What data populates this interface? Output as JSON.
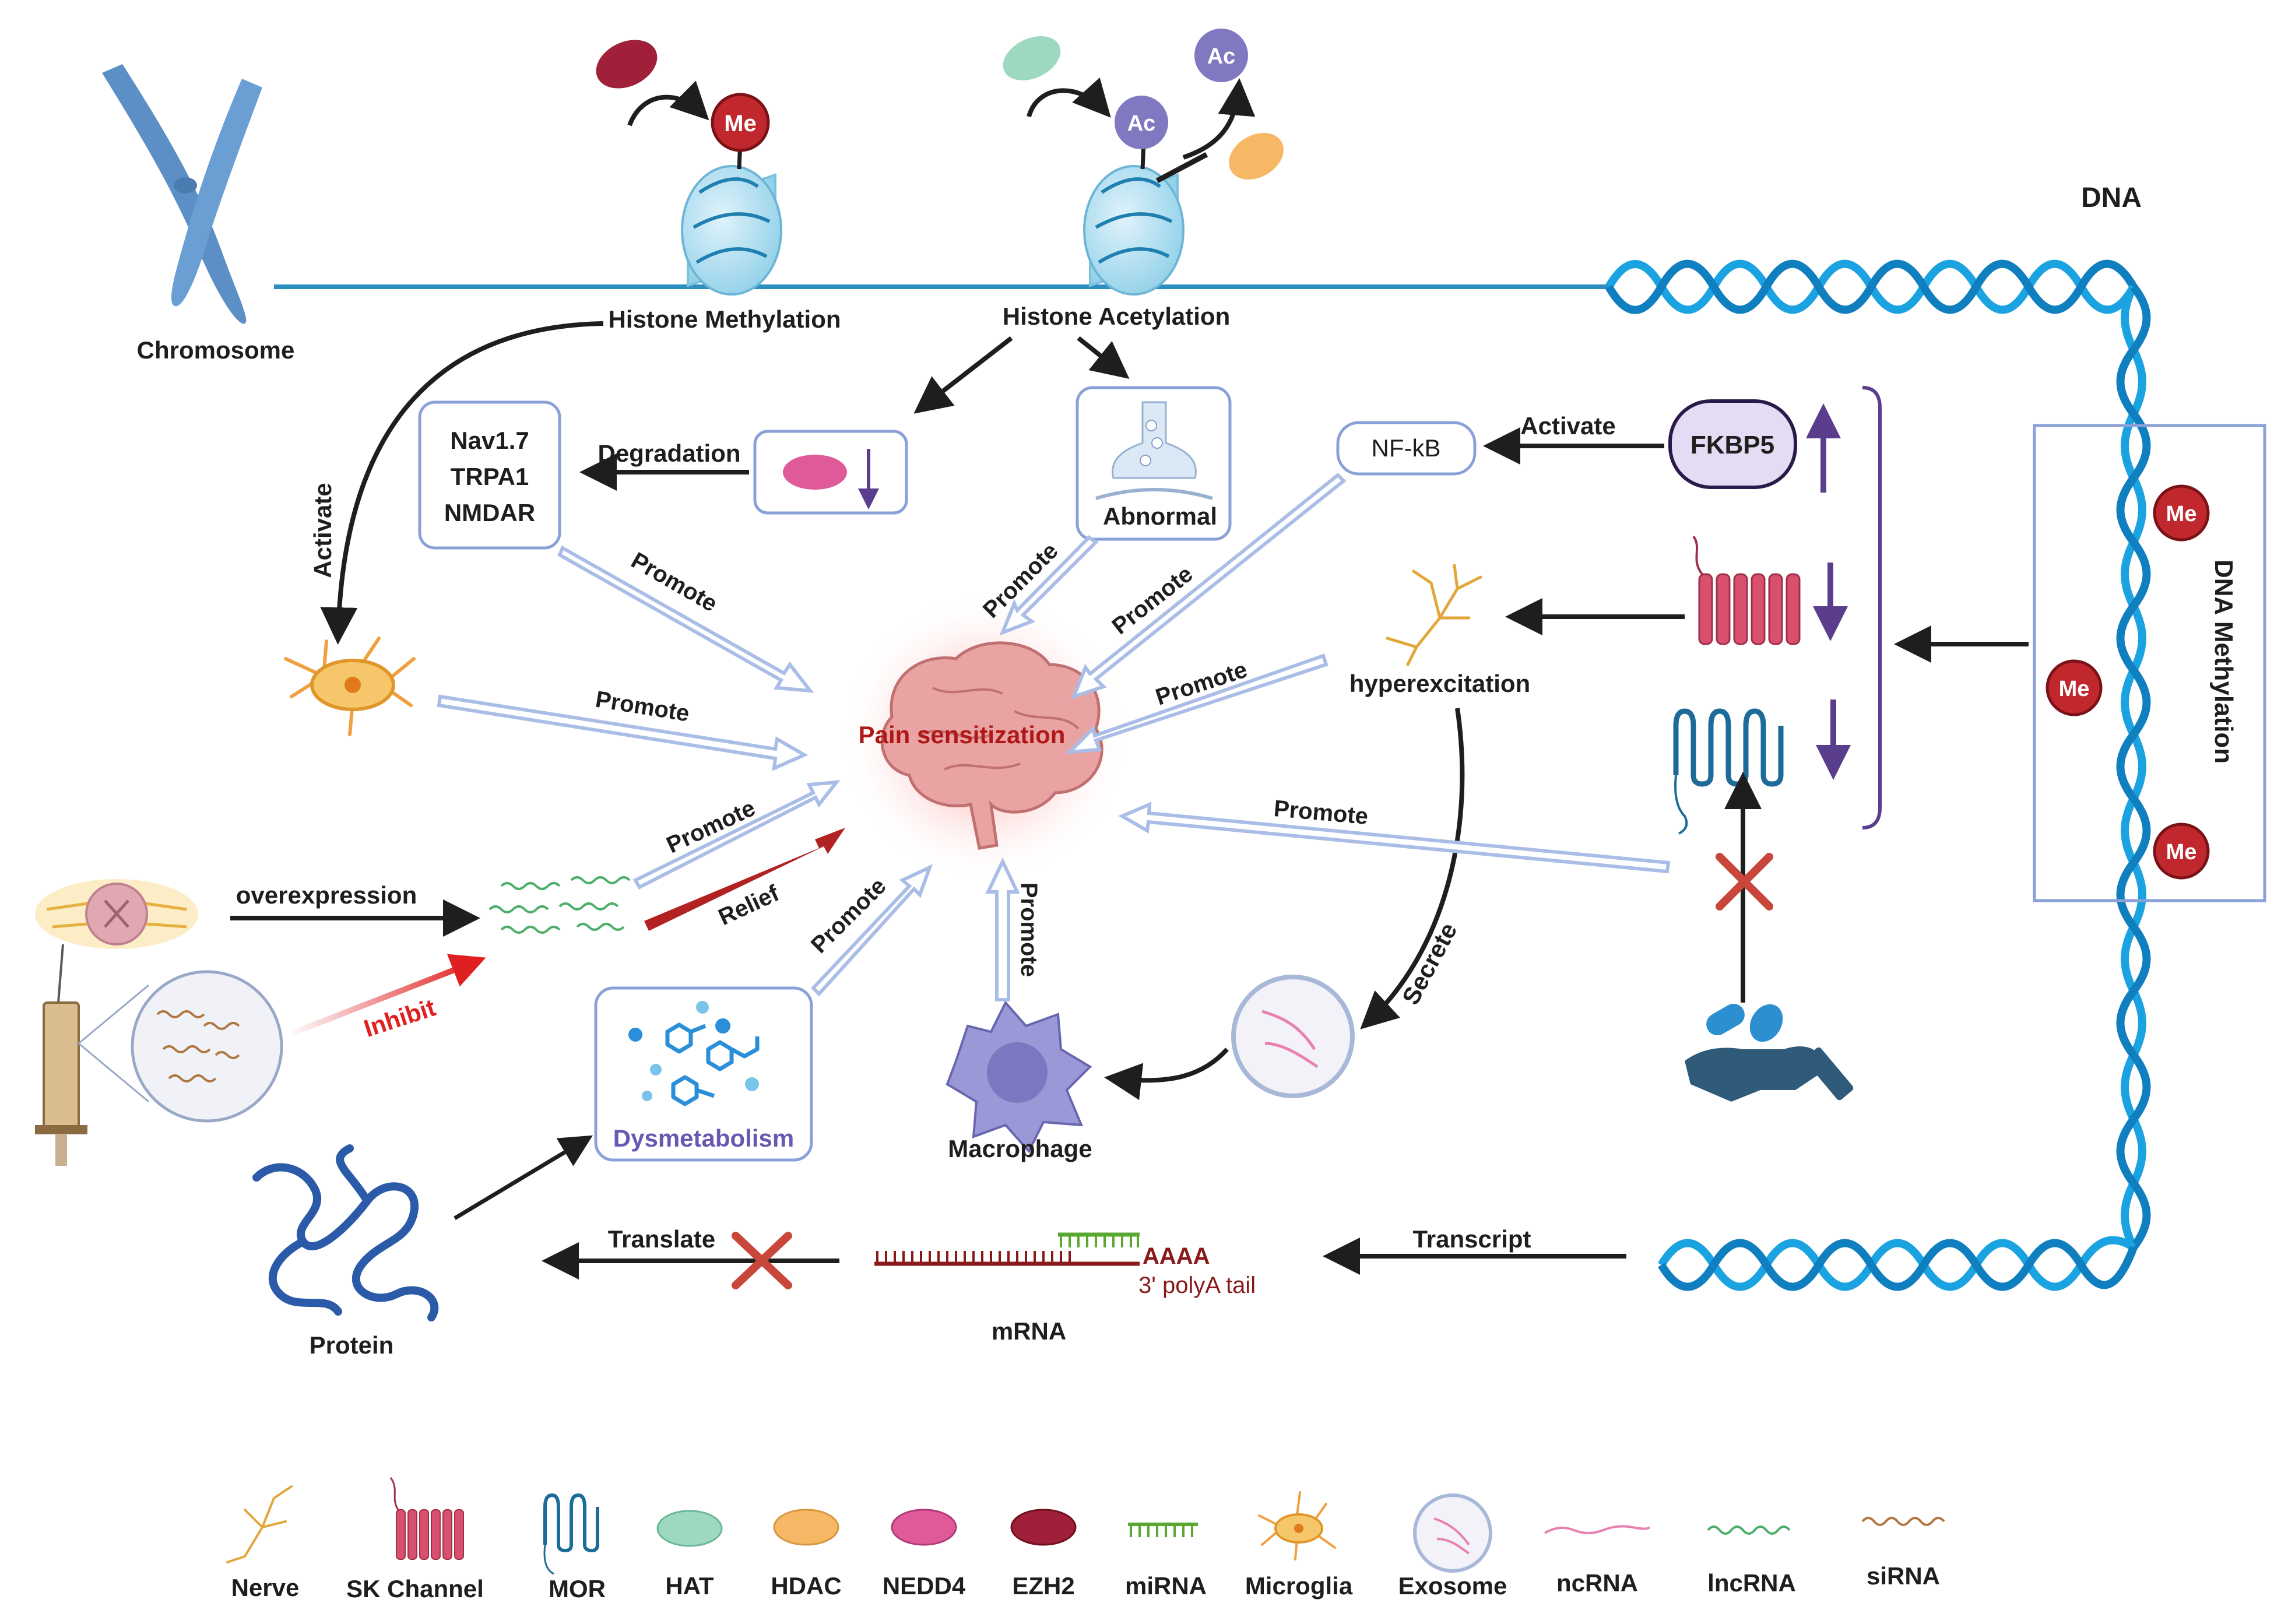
{
  "labels": {
    "dna": "DNA",
    "chromosome": "Chromosome",
    "histone_methylation": "Histone Methylation",
    "histone_acetylation": "Histone Acetylation",
    "activate_left": "Activate",
    "degradation": "Degradation",
    "channels": [
      "Nav1.7",
      "TRPA1",
      "NMDAR"
    ],
    "abnormal": "Abnormal",
    "nfkb": "NF-kB",
    "activate_right": "Activate",
    "fkbp5": "FKBP5",
    "hyperexcitation": "hyperexcitation",
    "dna_methylation": "DNA Methylation",
    "pain_sensitization": "Pain sensitization",
    "promote": "Promote",
    "relief": "Relief",
    "inhibit": "Inhibit",
    "overexpression": "overexpression",
    "secrete": "Secrete",
    "dysmetabolism": "Dysmetabolism",
    "macrophage": "Macrophage",
    "protein": "Protein",
    "translate": "Translate",
    "mrna": "mRNA",
    "aaaa": "AAAA",
    "polya": "3' polyA tail",
    "transcript": "Transcript",
    "me": "Me",
    "ac": "Ac"
  },
  "legend": [
    {
      "label": "Nerve",
      "icon": "nerve-icon"
    },
    {
      "label": "SK Channel",
      "icon": "sk-channel-icon"
    },
    {
      "label": "MOR",
      "icon": "mor-icon"
    },
    {
      "label": "HAT",
      "icon": "hat-icon",
      "color": "#8fd3b5"
    },
    {
      "label": "HDAC",
      "icon": "hdac-icon",
      "color": "#f4b45c"
    },
    {
      "label": "NEDD4",
      "icon": "nedd4-icon",
      "color": "#e05a9a"
    },
    {
      "label": "EZH2",
      "icon": "ezh2-icon",
      "color": "#a0203a"
    },
    {
      "label": "miRNA",
      "icon": "mirna-icon"
    },
    {
      "label": "Microglia",
      "icon": "microglia-icon"
    },
    {
      "label": "Exosome",
      "icon": "exosome-icon"
    },
    {
      "label": "ncRNA",
      "icon": "ncrna-icon"
    },
    {
      "label": "lncRNA",
      "icon": "lncrna-icon"
    },
    {
      "label": "siRNA",
      "icon": "sirna-icon"
    }
  ],
  "colors": {
    "dna": "#1aa3e0",
    "promote_arrow": "#a9bde6",
    "relief_arrow": "#b22222",
    "inhibit_arrow": "#e02020",
    "pain_text": "#b01818",
    "box_border": "#8aa0d8",
    "me": "#c0282e",
    "ac": "#8078c0",
    "purple": "#5a3d8c"
  }
}
